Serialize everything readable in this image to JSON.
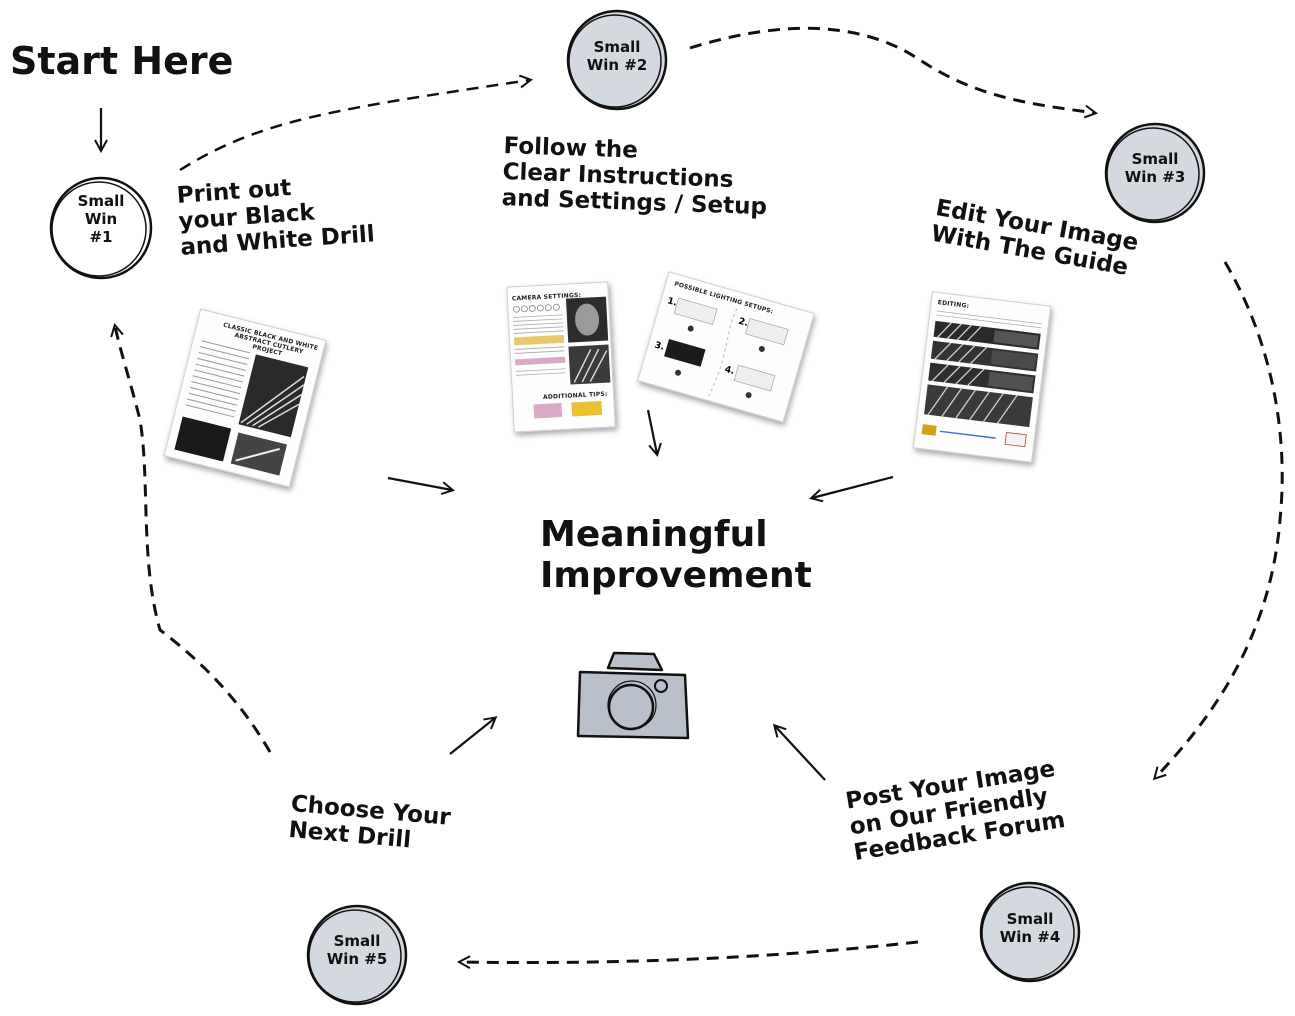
{
  "start": {
    "label": "Start Here"
  },
  "center": {
    "title": "Meaningful\nImprovement"
  },
  "wins": [
    {
      "label": "Small\nWin\n#1"
    },
    {
      "label": "Small\nWin #2"
    },
    {
      "label": "Small\nWin #3"
    },
    {
      "label": "Small\nWin #4"
    },
    {
      "label": "Small\nWin #5"
    }
  ],
  "steps": {
    "step1": "Print out\nyour Black\nand White Drill",
    "step2": "Follow the\nClear Instructions\nand Settings / Setup",
    "step3": "Edit Your Image\nWith The Guide",
    "step4": "Post Your Image\non Our Friendly\nFeedback Forum",
    "step5": "Choose Your\nNext Drill"
  },
  "docs": {
    "drill_title": "CLASSIC BLACK AND WHITE\nABSTRACT CUTLERY PROJECT",
    "camera_settings": "CAMERA SETTINGS:",
    "additional_tips": "ADDITIONAL TIPS:",
    "lighting_setups": "POSSIBLE LIGHTING SETUPS:",
    "editing": "EDITING:"
  },
  "colors": {
    "ink": "#111111",
    "badge_fill": "#d4d9e0",
    "camera_fill": "#b9c0ca"
  },
  "icons": {
    "camera": "camera-icon"
  }
}
